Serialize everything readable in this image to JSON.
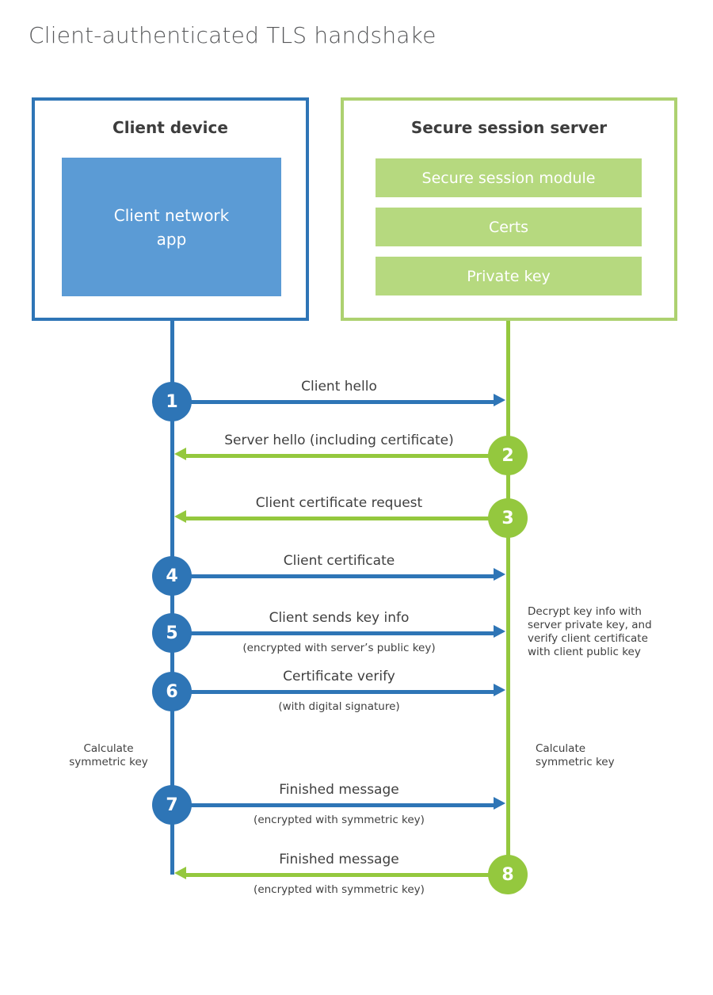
{
  "page": {
    "title": "Client-authenticated TLS handshake"
  },
  "client_box": {
    "title": "Client device",
    "app_label": "Client network app"
  },
  "server_box": {
    "title": "Secure session server",
    "modules": [
      "Secure session module",
      "Certs",
      "Private key"
    ]
  },
  "steps": [
    {
      "number": "1",
      "label": "Client hello",
      "direction": "client-to-server"
    },
    {
      "number": "2",
      "label": "Server hello (including certificate)",
      "direction": "server-to-client"
    },
    {
      "number": "3",
      "label": "Client certificate request",
      "direction": "server-to-client"
    },
    {
      "number": "4",
      "label": "Client certificate",
      "direction": "client-to-server"
    },
    {
      "number": "5",
      "label": "Client sends key info",
      "sublabel": "(encrypted with server’s public key)",
      "direction": "client-to-server"
    },
    {
      "number": "6",
      "label": "Certificate verify",
      "sublabel": "(with digital signature)",
      "direction": "client-to-server"
    },
    {
      "number": "7",
      "label": "Finished message",
      "sublabel": "(encrypted with symmetric key)",
      "direction": "client-to-server"
    },
    {
      "number": "8",
      "label": "Finished message",
      "sublabel": "(encrypted with symmetric key)",
      "direction": "server-to-client"
    }
  ],
  "notes": {
    "decrypt": {
      "lines": [
        "Decrypt key info with",
        "server private key, and",
        "verify client certificate",
        "with client public key"
      ]
    },
    "calc_left": "Calculate symmetric key",
    "calc_right": "Calculate symmetric key"
  },
  "colors": {
    "blue": "#2e75b6",
    "blue_fill": "#5b9bd5",
    "green": "#94c83e",
    "green_border": "#add170",
    "green_bar": "#b6d97f"
  }
}
